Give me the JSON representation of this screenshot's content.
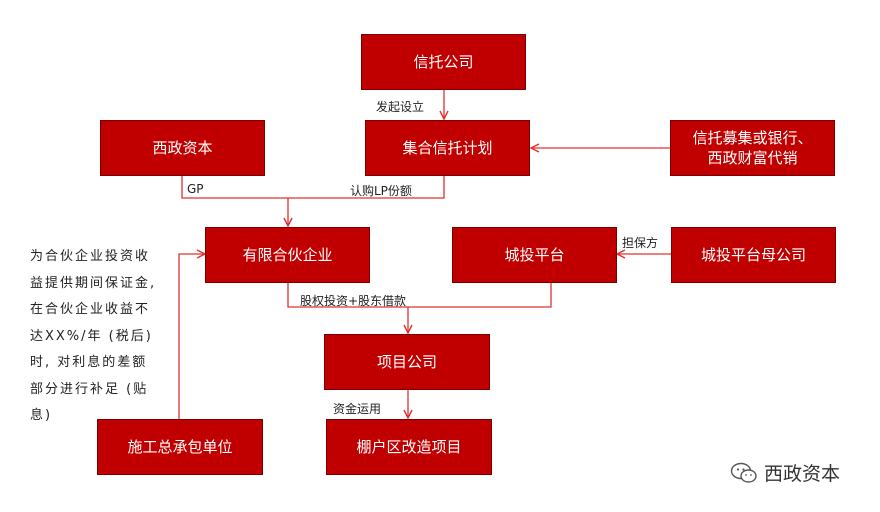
{
  "nodes": {
    "trust_company": "信托公司",
    "xizheng_capital": "西政资本",
    "collective_trust_plan": "集合信托计划",
    "trust_raising": [
      "信托募集或银行、",
      "西政财富代销"
    ],
    "limited_partnership": "有限合伙企业",
    "urban_investment_platform": "城投平台",
    "platform_parent_company": "城投平台母公司",
    "project_company": "项目公司",
    "general_contractor": "施工总承包单位",
    "shantytown_project": "棚户区改造项目"
  },
  "edge_labels": {
    "initiate_establish": "发起设立",
    "gp": "GP",
    "subscribe_lp": "认购LP份额",
    "guarantee": "担保方",
    "equity_loan": "股权投资+股东借款",
    "fund_use": "资金运用"
  },
  "note_lines": [
    "为合伙企业投资收",
    "益提供期间保证金,",
    "在合伙企业收益不",
    "达XX%/年 (税后)",
    "时, 对利息的差额",
    "部分进行补足 (贴",
    "息)"
  ],
  "watermark": "西政资本",
  "colors": {
    "box_fill": "#c00000",
    "line": "#e03030"
  }
}
